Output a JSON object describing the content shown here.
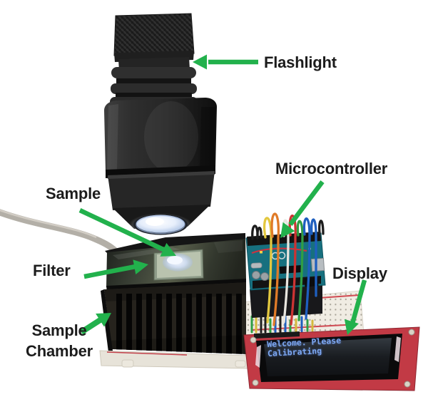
{
  "figure": {
    "type": "annotated-apparatus-photo",
    "annotations": [
      {
        "id": "flashlight",
        "label": "Flashlight",
        "icon": "green-arrow-left-icon"
      },
      {
        "id": "microcontroller",
        "label": "Microcontroller",
        "icon": "green-arrow-down-left-icon"
      },
      {
        "id": "sample",
        "label": "Sample",
        "icon": "green-arrow-down-right-icon"
      },
      {
        "id": "filter",
        "label": "Filter",
        "icon": "green-arrow-right-icon"
      },
      {
        "id": "sample-chamber",
        "label_line1": "Sample",
        "label_line2": "Chamber",
        "icon": "green-arrow-up-right-icon"
      },
      {
        "id": "display",
        "label": "Display",
        "icon": "green-arrow-down-left-icon"
      }
    ],
    "lcd_display": {
      "line1": "Welcome. Please",
      "line2": "Calibrating"
    },
    "colors": {
      "arrow_green": "#22b14c",
      "label_text": "#1c1c1c",
      "lcd_text_blue": "#7da8f2",
      "lcd_pcb_red": "#c23a45",
      "arduino_teal": "#17707f",
      "breadboard_white": "#f0ece3"
    }
  }
}
